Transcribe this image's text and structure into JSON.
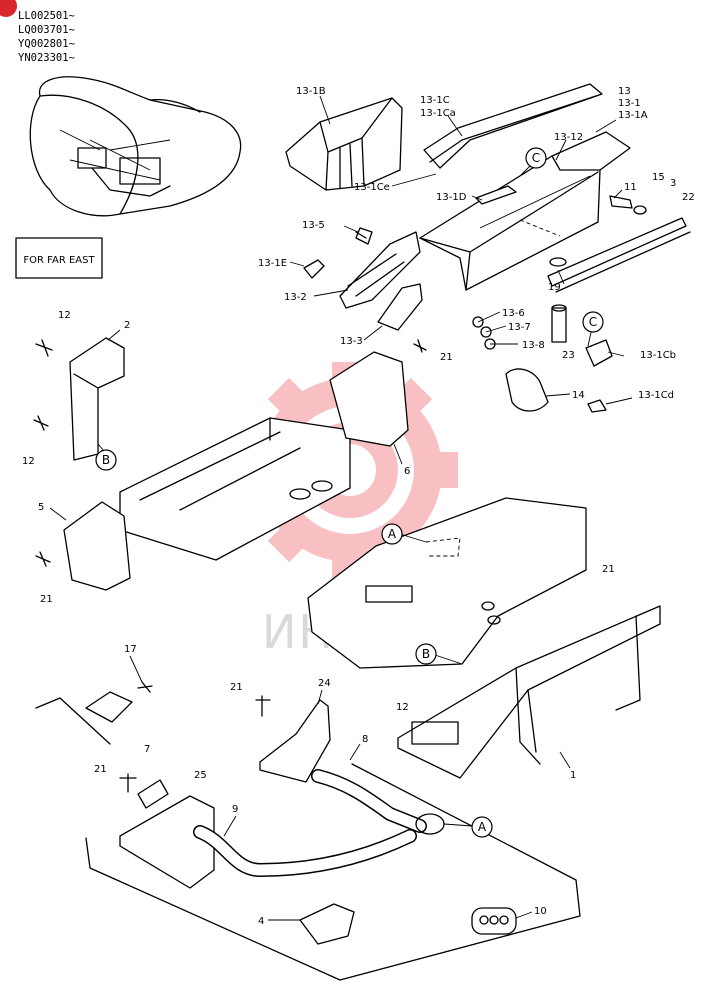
{
  "serials": [
    "LL002501~",
    "LQ003701~",
    "YQ002801~",
    "YN023301~"
  ],
  "region_box": "FOR FAR EAST",
  "watermark": "ИНТЕХ",
  "ref_letters": {
    "A": "A",
    "B": "B",
    "C": "C"
  },
  "labels": {
    "p13_1B": "13-1B",
    "p13_1C": "13-1C",
    "p13_1Ca": "13-1Ca",
    "p13": "13",
    "p13_1": "13-1",
    "p13_1A": "13-1A",
    "p13_12": "13-12",
    "p13_1Ce": "13-1Ce",
    "p13_1D": "13-1D",
    "p11": "11",
    "p15": "15",
    "p3": "3",
    "p22": "22",
    "p13_5": "13-5",
    "p13_1E": "13-1E",
    "p13_2": "13-2",
    "p19": "19",
    "p13_6": "13-6",
    "p13_7": "13-7",
    "p13_8": "13-8",
    "p13_3": "13-3",
    "p23": "23",
    "p13_1Cb": "13-1Cb",
    "p13_1Cd": "13-1Cd",
    "p12a": "12",
    "p2": "2",
    "p21a": "21",
    "p14": "14",
    "p12b": "12",
    "p6": "6",
    "p5": "5",
    "p21b": "21",
    "p21c": "21",
    "p17": "17",
    "p24": "24",
    "p21d": "21",
    "p12c": "12",
    "p7": "7",
    "p8": "8",
    "p21e": "21",
    "p25": "25",
    "p9": "9",
    "p1": "1",
    "p4": "4",
    "p10": "10"
  }
}
